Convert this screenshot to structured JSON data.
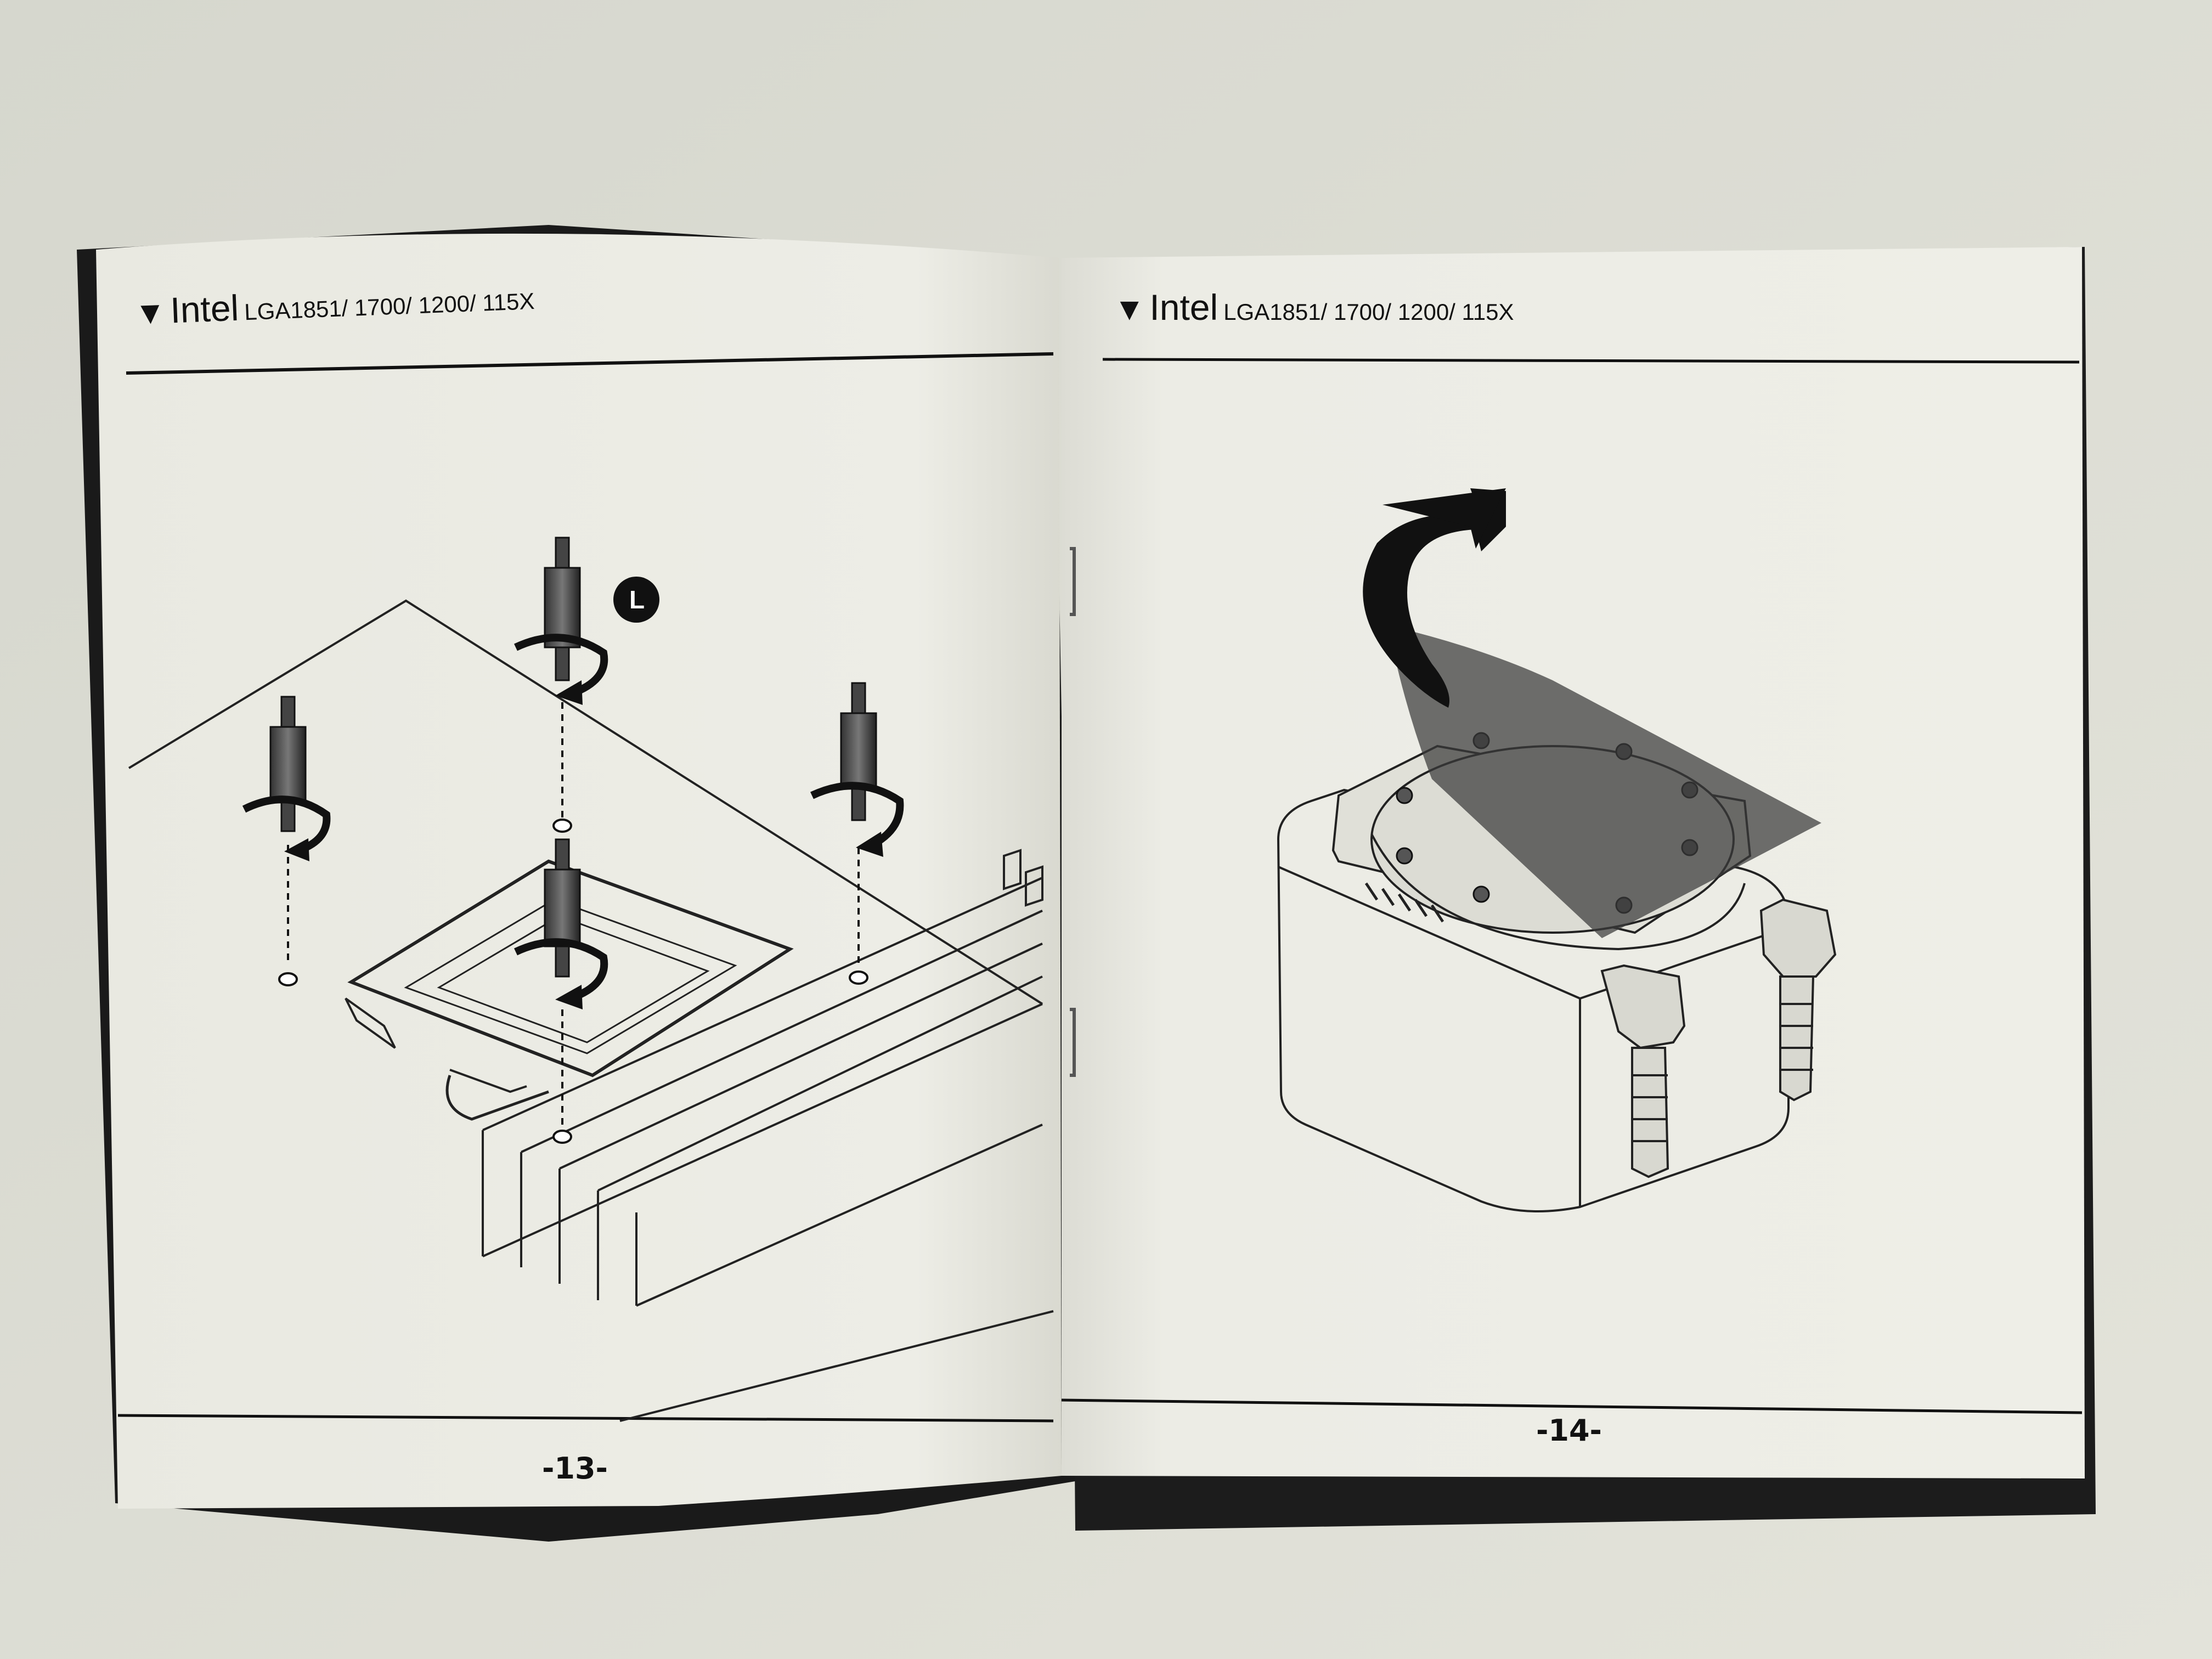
{
  "left_page": {
    "header_brand": "Intel",
    "header_sockets": "LGA1851/ 1700/ 1200/ 115X",
    "rotation_badge": "L",
    "page_number": "-13-"
  },
  "right_page": {
    "header_brand": "Intel",
    "header_sockets": "LGA1851/ 1700/ 1200/ 115X",
    "page_number": "-14-"
  },
  "colors": {
    "background": "#dcdcd3",
    "paper": "#ecece4",
    "ink": "#111111",
    "film": "#555555"
  }
}
